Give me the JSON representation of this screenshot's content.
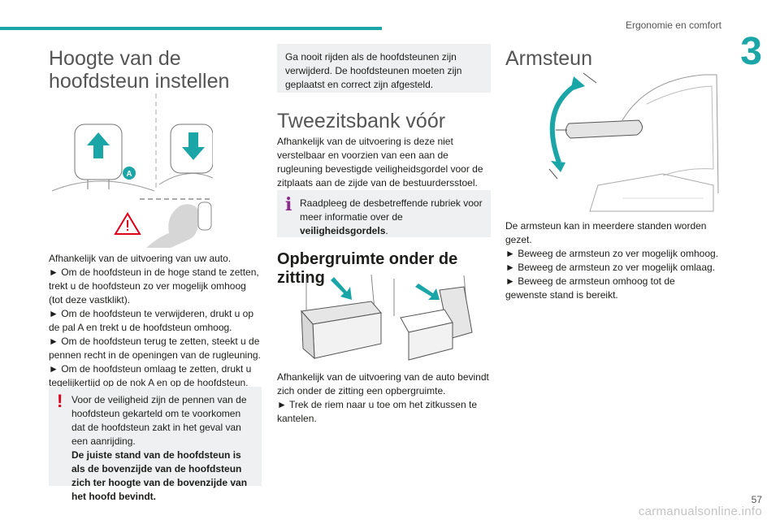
{
  "header": {
    "section_title": "Ergonomie en comfort",
    "chapter_number": "3"
  },
  "footer": {
    "page_number": "57",
    "watermark": "carmanualsonline.info"
  },
  "colors": {
    "accent": "#1aa6a6",
    "warning": "#e0001b",
    "callout_bg": "#eef0f1",
    "info": "#8e2a8c"
  },
  "headrest": {
    "title": "Hoogte van de hoofdsteun instellen",
    "figure_label": "A",
    "intro": "Afhankelijk van de uitvoering van uw auto.",
    "steps": [
      "► Om de hoofdsteun in de hoge stand te zetten, trekt u de hoofdsteun zo ver mogelijk omhoog (tot deze vastklikt).",
      "► Om de hoofdsteun te verwijderen, drukt u op de pal A en trekt u de hoofdsteun omhoog.",
      "► Om de hoofdsteun terug te zetten, steekt u de pennen recht in de openingen van de rugleuning.",
      "► Om de hoofdsteun omlaag te zetten, drukt u tegelijkertijd op de nok A en op de hoofdsteun."
    ],
    "warning_text": "Voor de veiligheid zijn de pennen van de hoofdsteun gekarteld om te voorkomen dat de hoofdsteun zakt in het geval van een aanrijding.",
    "warning_bold": "De juiste stand van de hoofdsteun is als de bovenzijde van de hoofdsteun zich ter hoogte van de bovenzijde van het hoofd bevindt."
  },
  "middle": {
    "warning_top": "Ga nooit rijden als de hoofdsteunen zijn verwijderd. De hoofdsteunen moeten zijn geplaatst en correct zijn afgesteld.",
    "bench_title": "Tweezitsbank vóór",
    "bench_text": "Afhankelijk van de uitvoering is deze niet verstelbaar en voorzien van een aan de rugleuning bevestigde veiligheidsgordel voor de zitplaats aan de zijde van de bestuurdersstoel.",
    "info_text": "Raadpleeg de desbetreffende rubriek voor meer informatie over de",
    "info_bold": "veiligheidsgordels",
    "info_end": ".",
    "storage_title": "Opbergruimte onder de zitting",
    "storage_intro": "Afhankelijk van de uitvoering van de auto bevindt zich onder de zitting een opbergruimte.",
    "storage_step": "► Trek de riem naar u toe om het zitkussen te kantelen."
  },
  "armrest": {
    "title": "Armsteun",
    "intro": "De armsteun kan in meerdere standen worden gezet.",
    "steps": [
      "► Beweeg de armsteun zo ver mogelijk omhoog.",
      "► Beweeg de armsteun zo ver mogelijk omlaag.",
      "► Beweeg de armsteun omhoog tot de gewenste stand is bereikt."
    ]
  }
}
